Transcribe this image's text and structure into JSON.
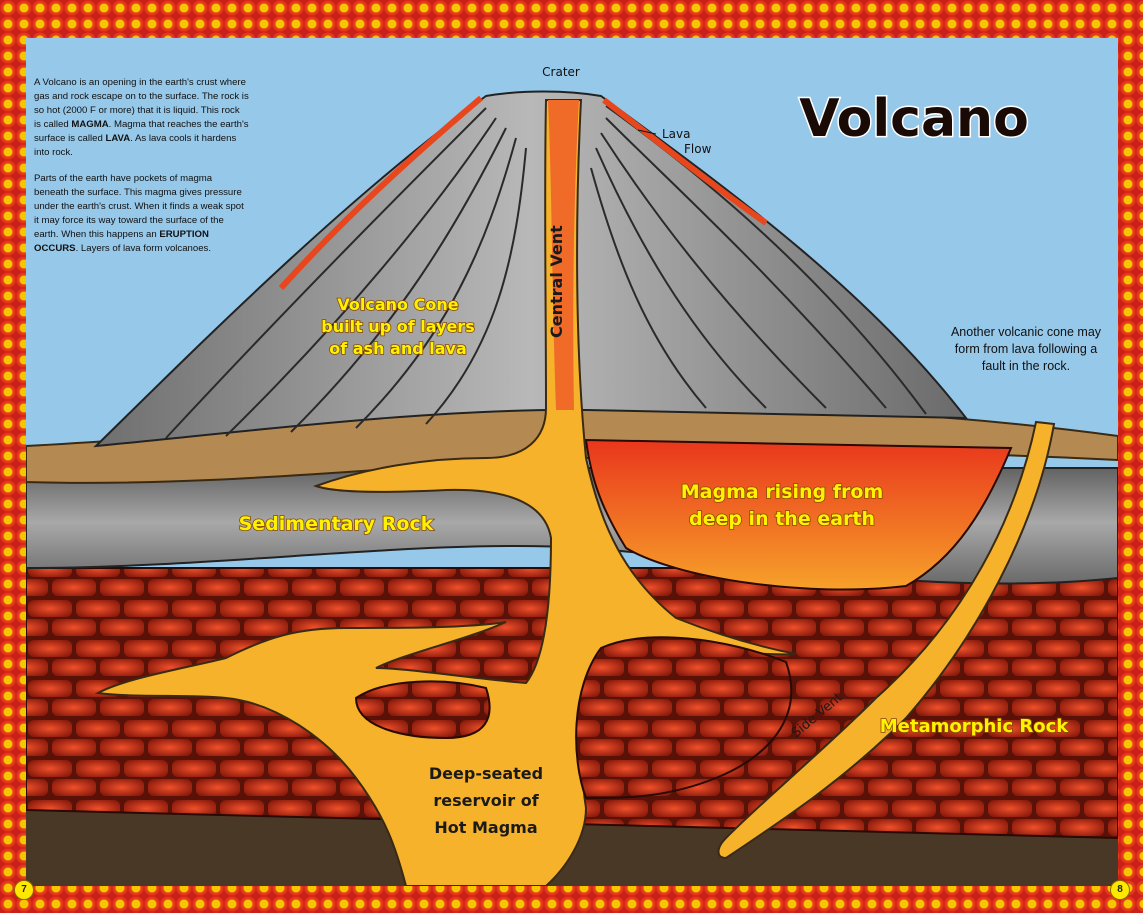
{
  "title": "Volcano",
  "intro": {
    "p1_parts": [
      {
        "t": "A Volcano is an opening in the earth's crust where gas and rock escape on to the surface. The rock is so hot (2000 F or more) that it is liquid. This rock is called ",
        "b": false
      },
      {
        "t": "MAGMA",
        "b": true
      },
      {
        "t": ". Magma that reaches the earth's surface is called ",
        "b": false
      },
      {
        "t": "LAVA",
        "b": true
      },
      {
        "t": ". As lava cools it hardens into rock.",
        "b": false
      }
    ],
    "p2_parts": [
      {
        "t": "Parts of the earth have pockets of magma beneath the surface. This magma gives pressure under the earth's crust. When it finds a weak spot it may force its way toward the surface of the earth. When this happens an ",
        "b": false
      },
      {
        "t": "ERUPTION OCCURS",
        "b": true
      },
      {
        "t": ". Layers of lava form volcanoes.",
        "b": false
      }
    ]
  },
  "labels": {
    "crater": "Crater",
    "lava_flow_1": "Lava",
    "lava_flow_2": "Flow",
    "central_vent": "Central Vent",
    "cone_1": "Volcano Cone",
    "cone_2": "built up of layers",
    "cone_3": "of ash and lava",
    "sedimentary": "Sedimentary Rock",
    "magma_1": "Magma rising from",
    "magma_2": "deep in the earth",
    "another_cone": "Another volcanic cone may form from lava following a fault in the rock.",
    "side_vent": "Side Vent",
    "metamorphic": "Metamorphic Rock",
    "reservoir_1": "Deep-seated",
    "reservoir_2": "reservoir of",
    "reservoir_3": "Hot Magma"
  },
  "page_left": "7",
  "page_right": "8",
  "colors": {
    "sky": "#96c8ea",
    "cone": "#8c8c8c",
    "soil": "#b48a52",
    "sedimentary": "#8e8e8e",
    "metamorphic": "#b8301c",
    "magma": "#f5b22a",
    "hot_magma": "#f04a23",
    "bedrock": "#4a3826"
  }
}
